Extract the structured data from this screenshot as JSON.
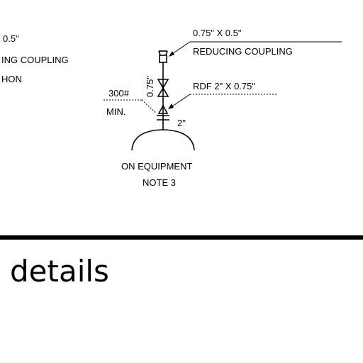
{
  "drawing": {
    "left_fragment_line1": "0.5\"",
    "left_fragment_line2": "ING COUPLING",
    "left_fragment_line3": "HON",
    "top_label": "0.75\" X 0.5\"",
    "top_label_line2": "REDUCING COUPLING",
    "rdf_label": "RDF 2\" X 0.75\"",
    "rating_label": "300#",
    "min_label": "MIN.",
    "vertical_size": "0.75\"",
    "nozzle_size": "2\"",
    "equipment_label": "ON EQUIPMENT",
    "note_label": "NOTE 3"
  },
  "caption": "details"
}
